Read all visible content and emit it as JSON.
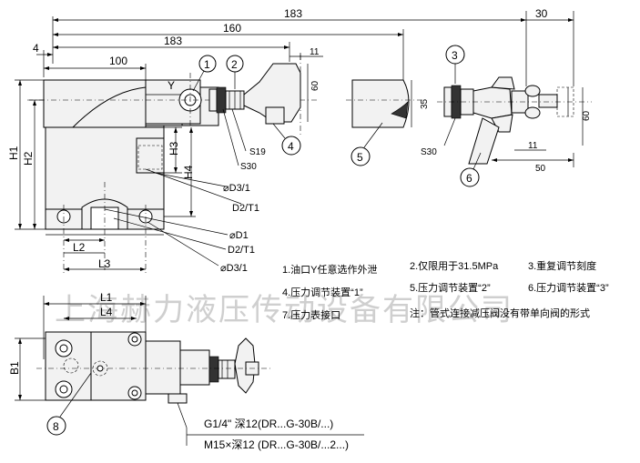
{
  "dimensions": {
    "d183_top": "183",
    "d30": "30",
    "d160": "160",
    "d4": "4",
    "d183_mid": "183",
    "d100": "100",
    "d11_top": "11",
    "d60_top": "60",
    "d35": "35",
    "d60_right": "60",
    "d11_right": "11",
    "d50": "50",
    "H1": "H1",
    "H2": "H2",
    "H3": "H3",
    "H4": "H4",
    "L1": "L1",
    "L2": "L2",
    "L3": "L3",
    "L4": "L4",
    "B1": "B1",
    "Y": "Y",
    "S19": "S19",
    "S30_a": "S30",
    "S30_b": "S30",
    "D3_1_a": "D3/1",
    "D2_T1_a": "D2/T1",
    "D1": "D1",
    "D2_T1_b": "D2/T1",
    "D3_1_b": "D3/1",
    "thread_1": "G1/4\" 深12(DR...G-30B/...)",
    "thread_2": "M15×深12 (DR...G-30B/...2...)"
  },
  "callouts": [
    "1",
    "2",
    "3",
    "4",
    "5",
    "6",
    "8"
  ],
  "notes": {
    "n1": "1.油口Y任意选作外泄",
    "n2": "2.仅限用于31.5MPa",
    "n3": "3.重复调节刻度",
    "n4": "4.压力调节装置“1”",
    "n5": "5.压力调节装置“2”",
    "n6": "6.压力调节装置“3”",
    "n7": "7.压力表接口",
    "n8": "注：管式连接减压阀没有带单向阀的形式"
  },
  "watermark": "上海赫力液压传动设备有限公司"
}
